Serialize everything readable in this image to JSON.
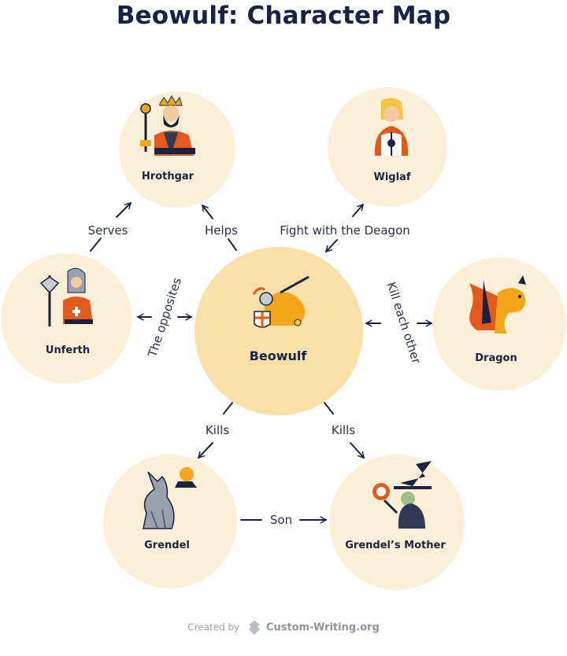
{
  "title": "Beowulf: Character Map",
  "colors": {
    "circle": "#fbefd7",
    "center_circle": "#f9dfa8",
    "text": "#1b2240",
    "arrow": "#1b2240"
  },
  "nodes": {
    "beowulf": {
      "label": "Beowulf",
      "icon": "knight-on-horse-icon"
    },
    "hrothgar": {
      "label": "Hrothgar",
      "icon": "king-with-scepter-icon"
    },
    "wiglaf": {
      "label": "Wiglaf",
      "icon": "young-warrior-icon"
    },
    "unferth": {
      "label": "Unferth",
      "icon": "soldier-with-axe-icon"
    },
    "dragon": {
      "label": "Dragon",
      "icon": "dragon-icon"
    },
    "grendel": {
      "label": "Grendel",
      "icon": "howling-wolf-icon"
    },
    "grendels_mother": {
      "label": "Grendel’s Mother",
      "icon": "witch-with-orb-icon"
    }
  },
  "edges": {
    "serves": "Serves",
    "helps": "Helps",
    "fight": "Fight with the Deagon",
    "opposites": "The opposites",
    "kill_each_other": "Kill each other",
    "kills_left": "Kills",
    "kills_right": "Kills",
    "son": "Son"
  },
  "credit": {
    "prefix": "Created by",
    "brand": "Custom-Writing.org"
  }
}
